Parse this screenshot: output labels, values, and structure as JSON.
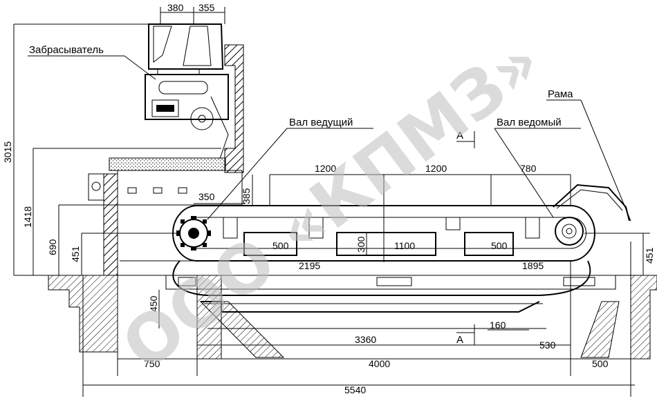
{
  "labels": {
    "thrower": "Забрасыватель",
    "drive_shaft": "Вал ведущий",
    "driven_shaft": "Вал ведомый",
    "frame": "Рама",
    "section_a_top": "А",
    "section_a_bottom": "А"
  },
  "watermark": "ООО «КПМЗ»",
  "dimensions": {
    "d380": "380",
    "d355": "355",
    "d3015": "3015",
    "d1418": "1418",
    "d690": "690",
    "d451_left": "451",
    "d451_right": "451",
    "d350": "350",
    "d385": "385",
    "d1200_a": "1200",
    "d1200_b": "1200",
    "d780": "780",
    "d500_a": "500",
    "d300": "300",
    "d1100": "1100",
    "d500_b": "500",
    "d2195": "2195",
    "d1895": "1895",
    "d450": "450",
    "d160": "160",
    "d3360": "3360",
    "d530": "530",
    "d750": "750",
    "d4000": "4000",
    "d500_c": "500",
    "d5540": "5540"
  },
  "colors": {
    "line": "#000000",
    "watermark": "#bdbdbd",
    "hatch": "#000000"
  }
}
